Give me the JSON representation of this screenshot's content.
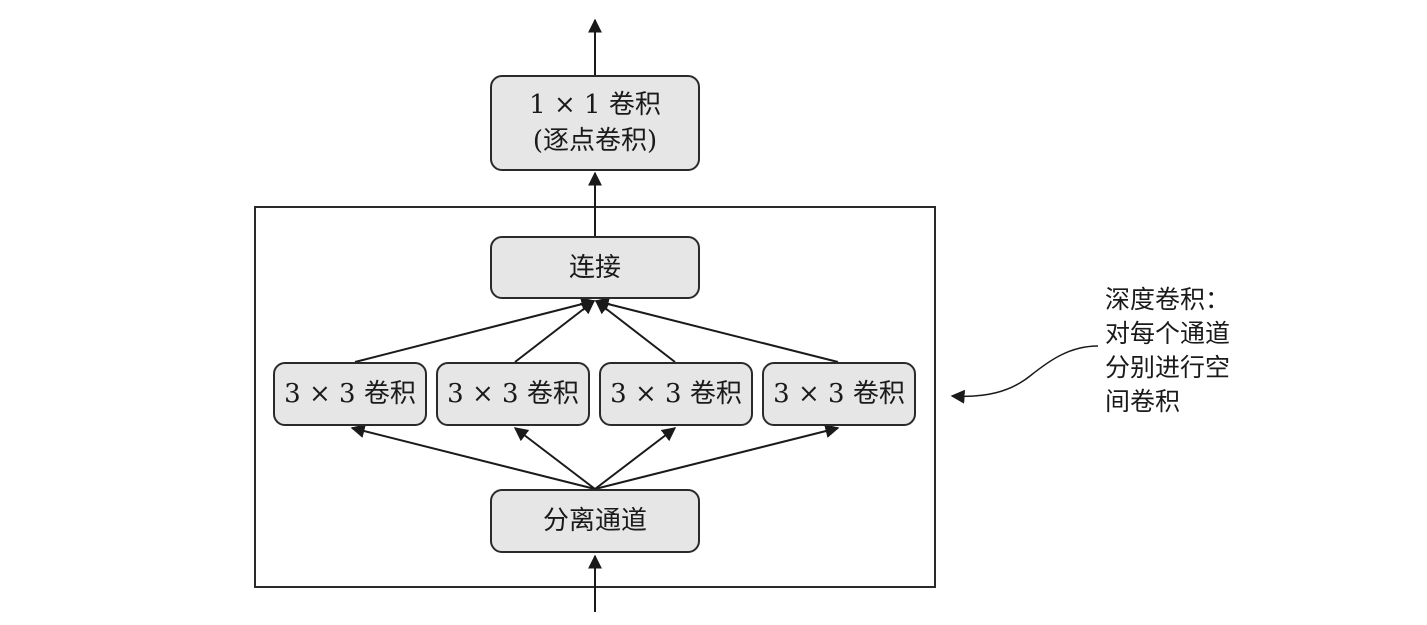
{
  "nodes": {
    "pointwise": {
      "line1": "1 × 1 卷积",
      "line2": "(逐点卷积)"
    },
    "concat": "连接",
    "convs": [
      "3 × 3 卷积",
      "3 × 3 卷积",
      "3 × 3 卷积",
      "3 × 3 卷积"
    ],
    "split": "分离通道"
  },
  "annotation": {
    "lines": [
      "深度卷积：",
      "对每个通道",
      "分别进行空",
      "间卷积"
    ]
  },
  "colors": {
    "node_fill": "#e6e6e6",
    "stroke": "#2a2a2a"
  }
}
